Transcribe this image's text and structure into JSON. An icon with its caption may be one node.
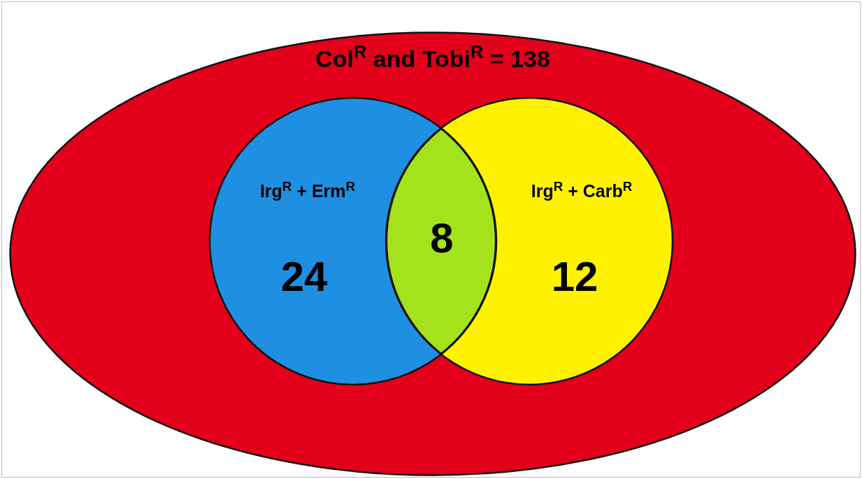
{
  "diagram": {
    "nodes": [
      {
        "text": [
          "Col$^{R}$ and Tobi$^{R}$ = 138"
        ]
      },
      {
        "text": [
          "Irg$^{R}$ + Erm$^{R}$",
          "24"
        ],
        "in": 0
      },
      {
        "text": [
          "8"
        ],
        "in": 0
      },
      {
        "text": [
          "Irg$^{R}$ + Carb$^{R}$",
          "12"
        ],
        "in": 0
      }
    ]
  }
}
